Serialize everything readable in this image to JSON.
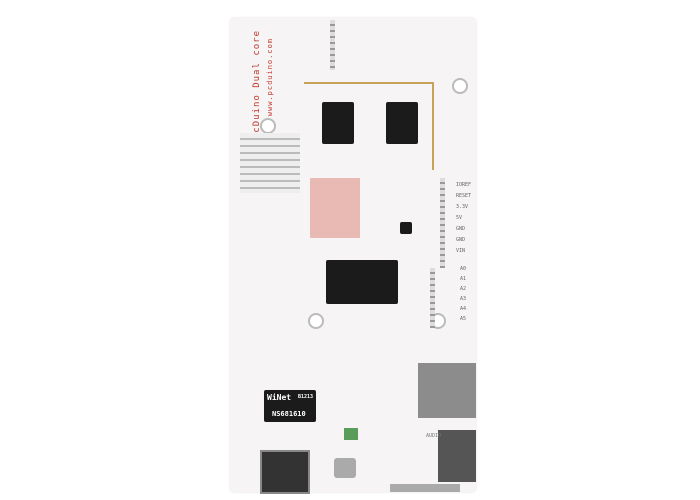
{
  "board": {
    "title": "pcDuino Dual core",
    "url": "www.pcduino.com"
  },
  "magjack": {
    "brand": "WiNet",
    "date": "B1213",
    "part": "NS681610"
  },
  "power_header": [
    "IOREF",
    "RESET",
    "3.3V",
    "5V",
    "GND",
    "GND",
    "VIN"
  ],
  "analog_header": [
    "A0",
    "A1",
    "A2",
    "A3",
    "A4",
    "A5"
  ],
  "labels": {
    "audio": "AUDIO"
  }
}
